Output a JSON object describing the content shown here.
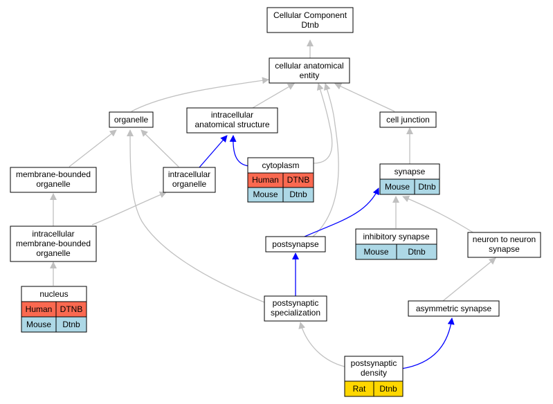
{
  "colors": {
    "gray_edge": "#c0c0c0",
    "blue_edge": "#0000ff",
    "human": "#fa6950",
    "mouse": "#add8e6",
    "rat": "#ffd700",
    "node_border": "#000000"
  },
  "nodes": {
    "cellular_component": {
      "line1": "Cellular Component",
      "line2": "Dtnb"
    },
    "cellular_anatomical_entity": {
      "line1": "cellular anatomical",
      "line2": "entity"
    },
    "organelle": {
      "label": "organelle"
    },
    "intracellular_anatomical_structure": {
      "line1": "intracellular",
      "line2": "anatomical structure"
    },
    "cell_junction": {
      "label": "cell junction"
    },
    "membrane_bounded_organelle": {
      "line1": "membrane-bounded",
      "line2": "organelle"
    },
    "intracellular_organelle": {
      "line1": "intracellular",
      "line2": "organelle"
    },
    "cytoplasm": {
      "label": "cytoplasm",
      "r1c1": "Human",
      "r1c2": "DTNB",
      "r2c1": "Mouse",
      "r2c2": "Dtnb"
    },
    "synapse": {
      "label": "synapse",
      "r1c1": "Mouse",
      "r1c2": "Dtnb"
    },
    "intracellular_membrane_bounded_organelle": {
      "line1": "intracellular",
      "line2": "membrane-bounded",
      "line3": "organelle"
    },
    "postsynapse": {
      "label": "postsynapse"
    },
    "inhibitory_synapse": {
      "label": "inhibitory synapse",
      "r1c1": "Mouse",
      "r1c2": "Dtnb"
    },
    "neuron_to_neuron_synapse": {
      "line1": "neuron to neuron",
      "line2": "synapse"
    },
    "nucleus": {
      "label": "nucleus",
      "r1c1": "Human",
      "r1c2": "DTNB",
      "r2c1": "Mouse",
      "r2c2": "Dtnb"
    },
    "postsynaptic_specialization": {
      "line1": "postsynaptic",
      "line2": "specialization"
    },
    "asymmetric_synapse": {
      "label": "asymmetric synapse"
    },
    "postsynaptic_density": {
      "line1": "postsynaptic",
      "line2": "density",
      "r1c1": "Rat",
      "r1c2": "Dtnb"
    }
  }
}
